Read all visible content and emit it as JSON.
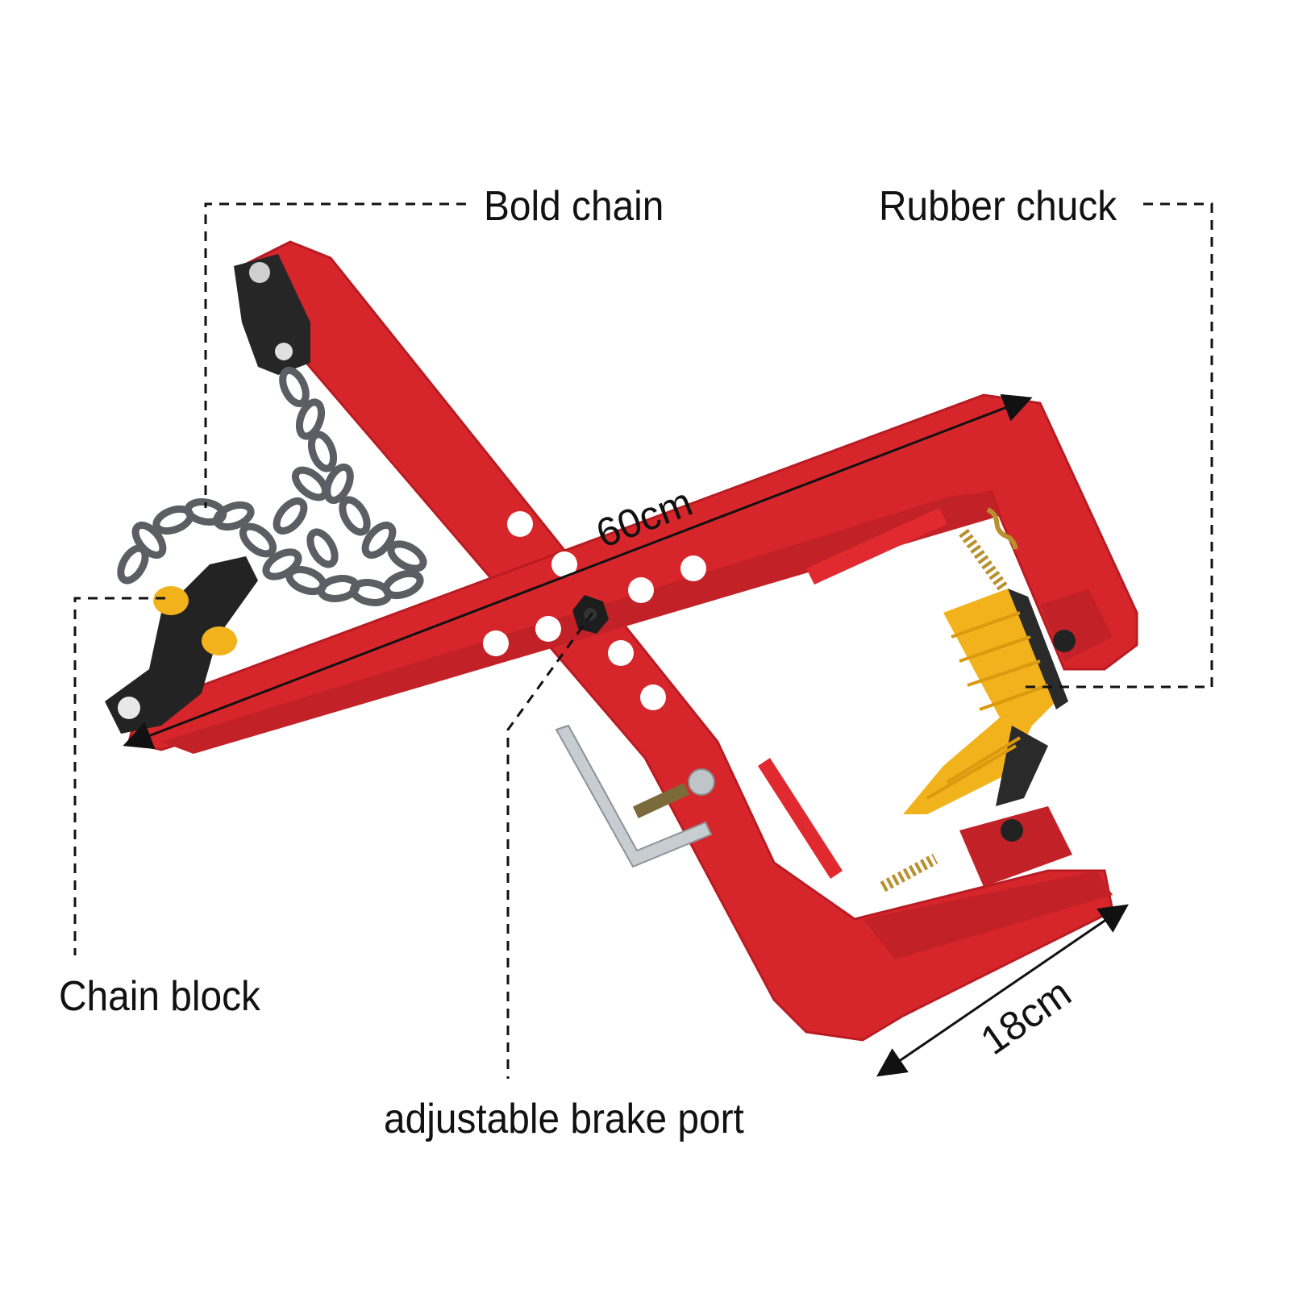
{
  "labels": {
    "bold_chain": "Bold chain",
    "rubber_chuck": "Rubber chuck",
    "chain_block": "Chain block",
    "adjustable_brake_port": "adjustable brake port"
  },
  "dimensions": {
    "length": "60cm",
    "width": "18cm"
  },
  "colors": {
    "frame_red": "#d7262b",
    "frame_shadow": "#b81c22",
    "chain_gray": "#5b5e63",
    "rubber_yellow": "#f2b21c",
    "block_black": "#222222",
    "spring_brass": "#b8902e"
  }
}
